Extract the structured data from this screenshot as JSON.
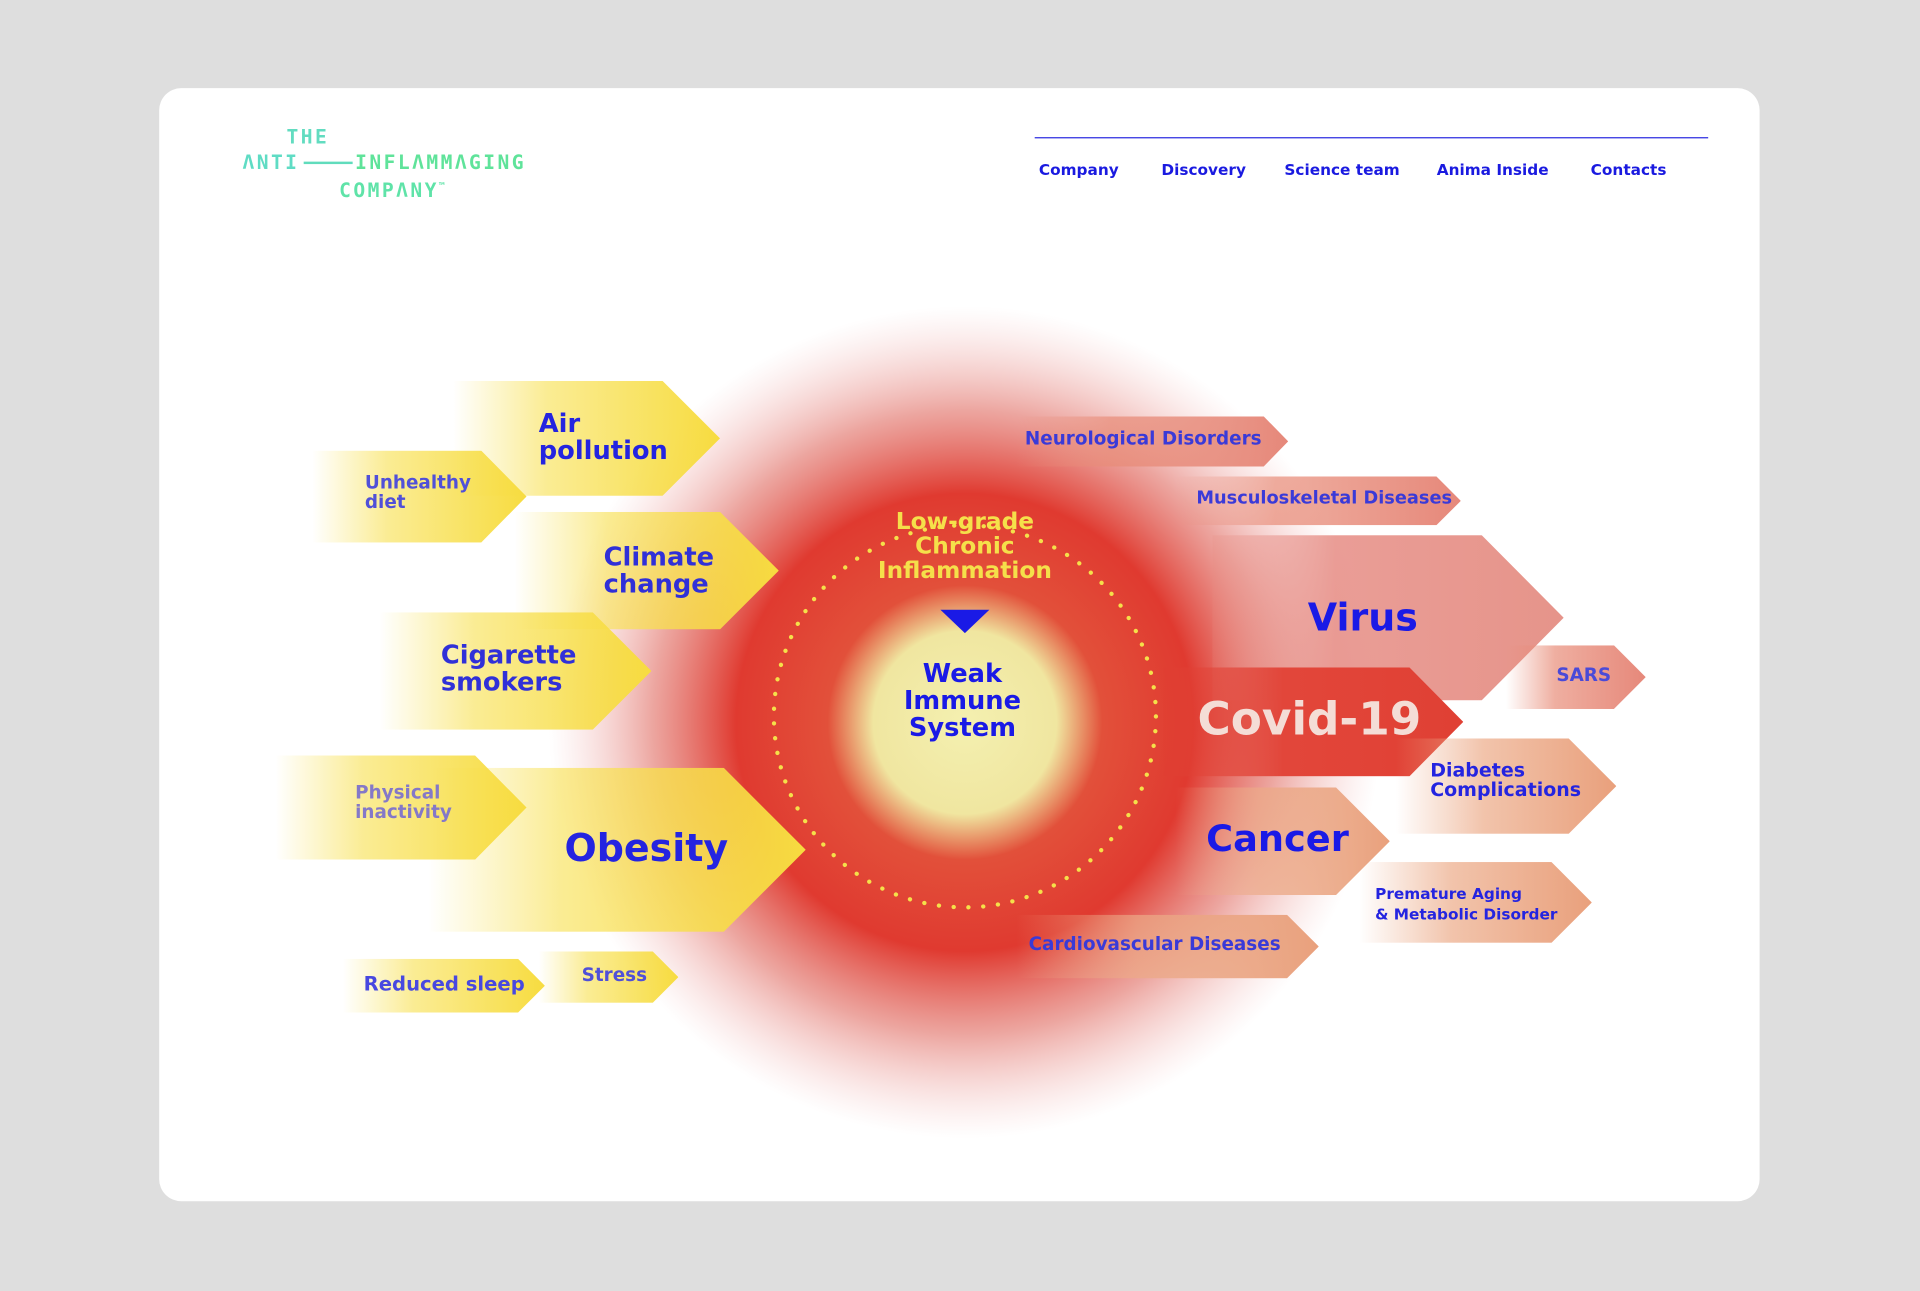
{
  "logo": {
    "line1": "THE",
    "line2a": "ΛNTI",
    "line2b": "INFLΛMMΛGING",
    "line3": "COMPΛNY",
    "tm": "™",
    "text": "The Anti-Inflammaging Company"
  },
  "nav": [
    "Company",
    "Discovery",
    "Science team",
    "Anima Inside",
    "Contacts"
  ],
  "colors": {
    "accent_blue": "#2424e0",
    "yellow": "#f7dc40",
    "red": "#e2463a",
    "logo_green": "#5fe0a8"
  },
  "center": {
    "top": "Low-grade\nChronic\nInflammation",
    "core": "Weak\nImmune\nSystem"
  },
  "causes": {
    "air": "Air\npollution",
    "diet": "Unhealthy\ndiet",
    "climate": "Climate\nchange",
    "smokers": "Cigarette\nsmokers",
    "inactivity": "Physical\ninactivity",
    "obesity": "Obesity",
    "sleep": "Reduced sleep",
    "stress": "Stress"
  },
  "effects": {
    "neuro": "Neurological Disorders",
    "musculo": "Musculoskeletal Diseases",
    "virus": "Virus",
    "sars": "SARS",
    "covid": "Covid-19",
    "diabetes": "Diabetes\nComplications",
    "cancer": "Cancer",
    "aging": "Premature Aging\n& Metabolic Disorder",
    "cardio": "Cardiovascular Diseases"
  }
}
